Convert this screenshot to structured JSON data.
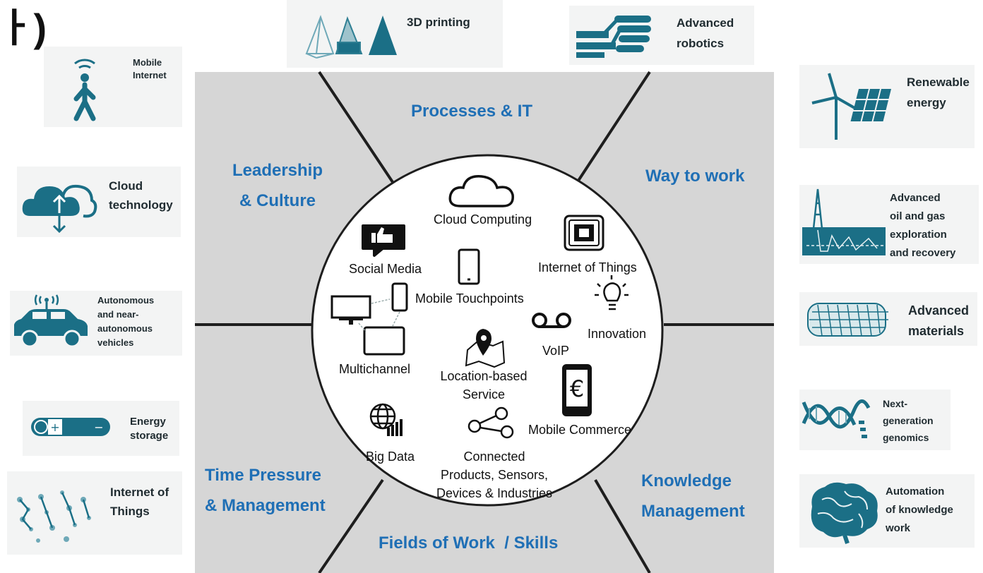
{
  "corner_fragment": "ㅏ)",
  "top_items": [
    {
      "label_lines": [
        "3D printing"
      ],
      "icon": "pyramids-icon"
    },
    {
      "label_lines": [
        "Advanced",
        "robotics"
      ],
      "icon": "robot-hand-icon"
    }
  ],
  "left_items": [
    {
      "label_lines": [
        "Mobile",
        "Internet"
      ],
      "icon": "walking-person-wifi-icon"
    },
    {
      "label_lines": [
        "Cloud",
        "technology"
      ],
      "icon": "cloud-upload-icon"
    },
    {
      "label_lines": [
        "Autonomous",
        "and near-",
        "autonomous",
        "vehicles"
      ],
      "icon": "car-antenna-icon"
    },
    {
      "label_lines": [
        "Energy",
        "storage"
      ],
      "icon": "battery-icon"
    },
    {
      "label_lines": [
        "Internet of",
        "Things"
      ],
      "icon": "connected-dots-icon"
    }
  ],
  "right_items": [
    {
      "label_lines": [
        "Renewable",
        "energy"
      ],
      "icon": "wind-solar-icon"
    },
    {
      "label_lines": [
        "Advanced",
        "oil and gas",
        "exploration",
        "and recovery"
      ],
      "icon": "oil-rig-icon"
    },
    {
      "label_lines": [
        "Advanced",
        "materials"
      ],
      "icon": "nanotube-icon"
    },
    {
      "label_lines": [
        "Next-",
        "generation",
        "genomics"
      ],
      "icon": "dna-icon"
    },
    {
      "label_lines": [
        "Automation",
        "of knowledge",
        "work"
      ],
      "icon": "brain-icon"
    }
  ],
  "sectors": {
    "top": "Processes & IT",
    "upper_left": [
      "Leadership",
      "& Culture"
    ],
    "upper_right": "Way to work",
    "lower_left": [
      "Time Pressure",
      "& Management"
    ],
    "lower_right": [
      "Knowledge",
      "Management"
    ],
    "bottom": "Fields of Work  / Skills"
  },
  "circle_items": {
    "cloud_computing": "Cloud Computing",
    "social_media": "Social Media",
    "internet_of_things": "Internet of Things",
    "mobile_touchpoints": "Mobile Touchpoints",
    "innovation": "Innovation",
    "voip": "VoIP",
    "multichannel": "Multichannel",
    "location_based": [
      "Location-based",
      "Service"
    ],
    "mobile_commerce": "Mobile Commerce",
    "big_data": "Big Data",
    "connected": [
      "Connected",
      "Products, Sensors,",
      "Devices & Industries"
    ]
  },
  "colors": {
    "accent_blue": "#1f6fb5",
    "teal_icon": "#1b6f86",
    "panel_gray": "#d6d6d6",
    "tile_bg": "#f3f4f4"
  }
}
